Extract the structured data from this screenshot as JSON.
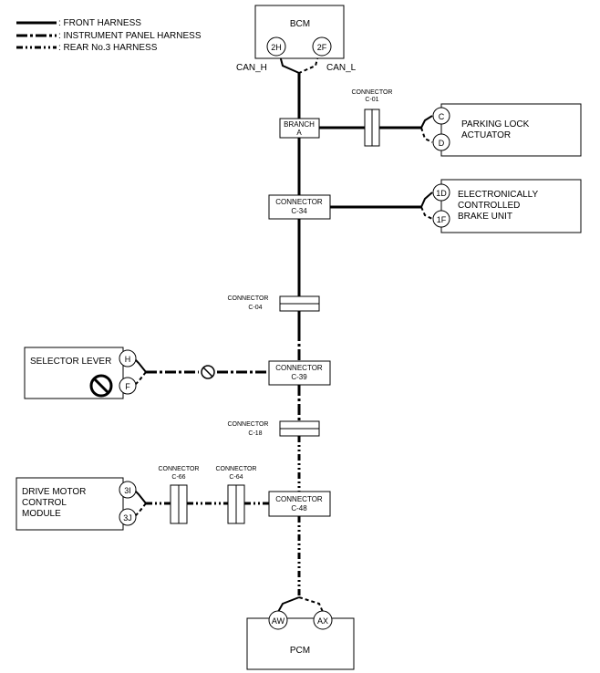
{
  "legend": {
    "front": ": FRONT HARNESS",
    "instrument": ": INSTRUMENT PANEL HARNESS",
    "rear": ": REAR No.3 HARNESS"
  },
  "bcm": {
    "title": "BCM",
    "pin_left": "2H",
    "pin_right": "2F",
    "can_h": "CAN_H",
    "can_l": "CAN_L"
  },
  "branch_a": {
    "line1": "BRANCH",
    "line2": "A"
  },
  "connector_c01": {
    "line1": "CONNECTOR",
    "line2": "C-01"
  },
  "parking_lock": {
    "line1": "PARKING LOCK",
    "line2": "ACTUATOR",
    "pin_top": "C",
    "pin_bottom": "D"
  },
  "connector_c34": {
    "line1": "CONNECTOR",
    "line2": "C-34"
  },
  "ecbu": {
    "line1": "ELECTRONICALLY",
    "line2": "CONTROLLED",
    "line3": "BRAKE UNIT",
    "pin_top": "1D",
    "pin_bottom": "1F"
  },
  "connector_c04": {
    "line1": "CONNECTOR",
    "line2": "C-04"
  },
  "selector_lever": {
    "title": "SELECTOR LEVER",
    "pin_top": "H",
    "pin_bottom": "F"
  },
  "connector_c39": {
    "line1": "CONNECTOR",
    "line2": "C-39"
  },
  "connector_c18": {
    "line1": "CONNECTOR",
    "line2": "C-18"
  },
  "dmcm": {
    "line1": "DRIVE MOTOR",
    "line2": "CONTROL",
    "line3": "MODULE",
    "pin_top": "3I",
    "pin_bottom": "3J"
  },
  "connector_c66": {
    "line1": "CONNECTOR",
    "line2": "C-66"
  },
  "connector_c64": {
    "line1": "CONNECTOR",
    "line2": "C-64"
  },
  "connector_c48": {
    "line1": "CONNECTOR",
    "line2": "C-48"
  },
  "pcm": {
    "title": "PCM",
    "pin_left": "AW",
    "pin_right": "AX"
  }
}
